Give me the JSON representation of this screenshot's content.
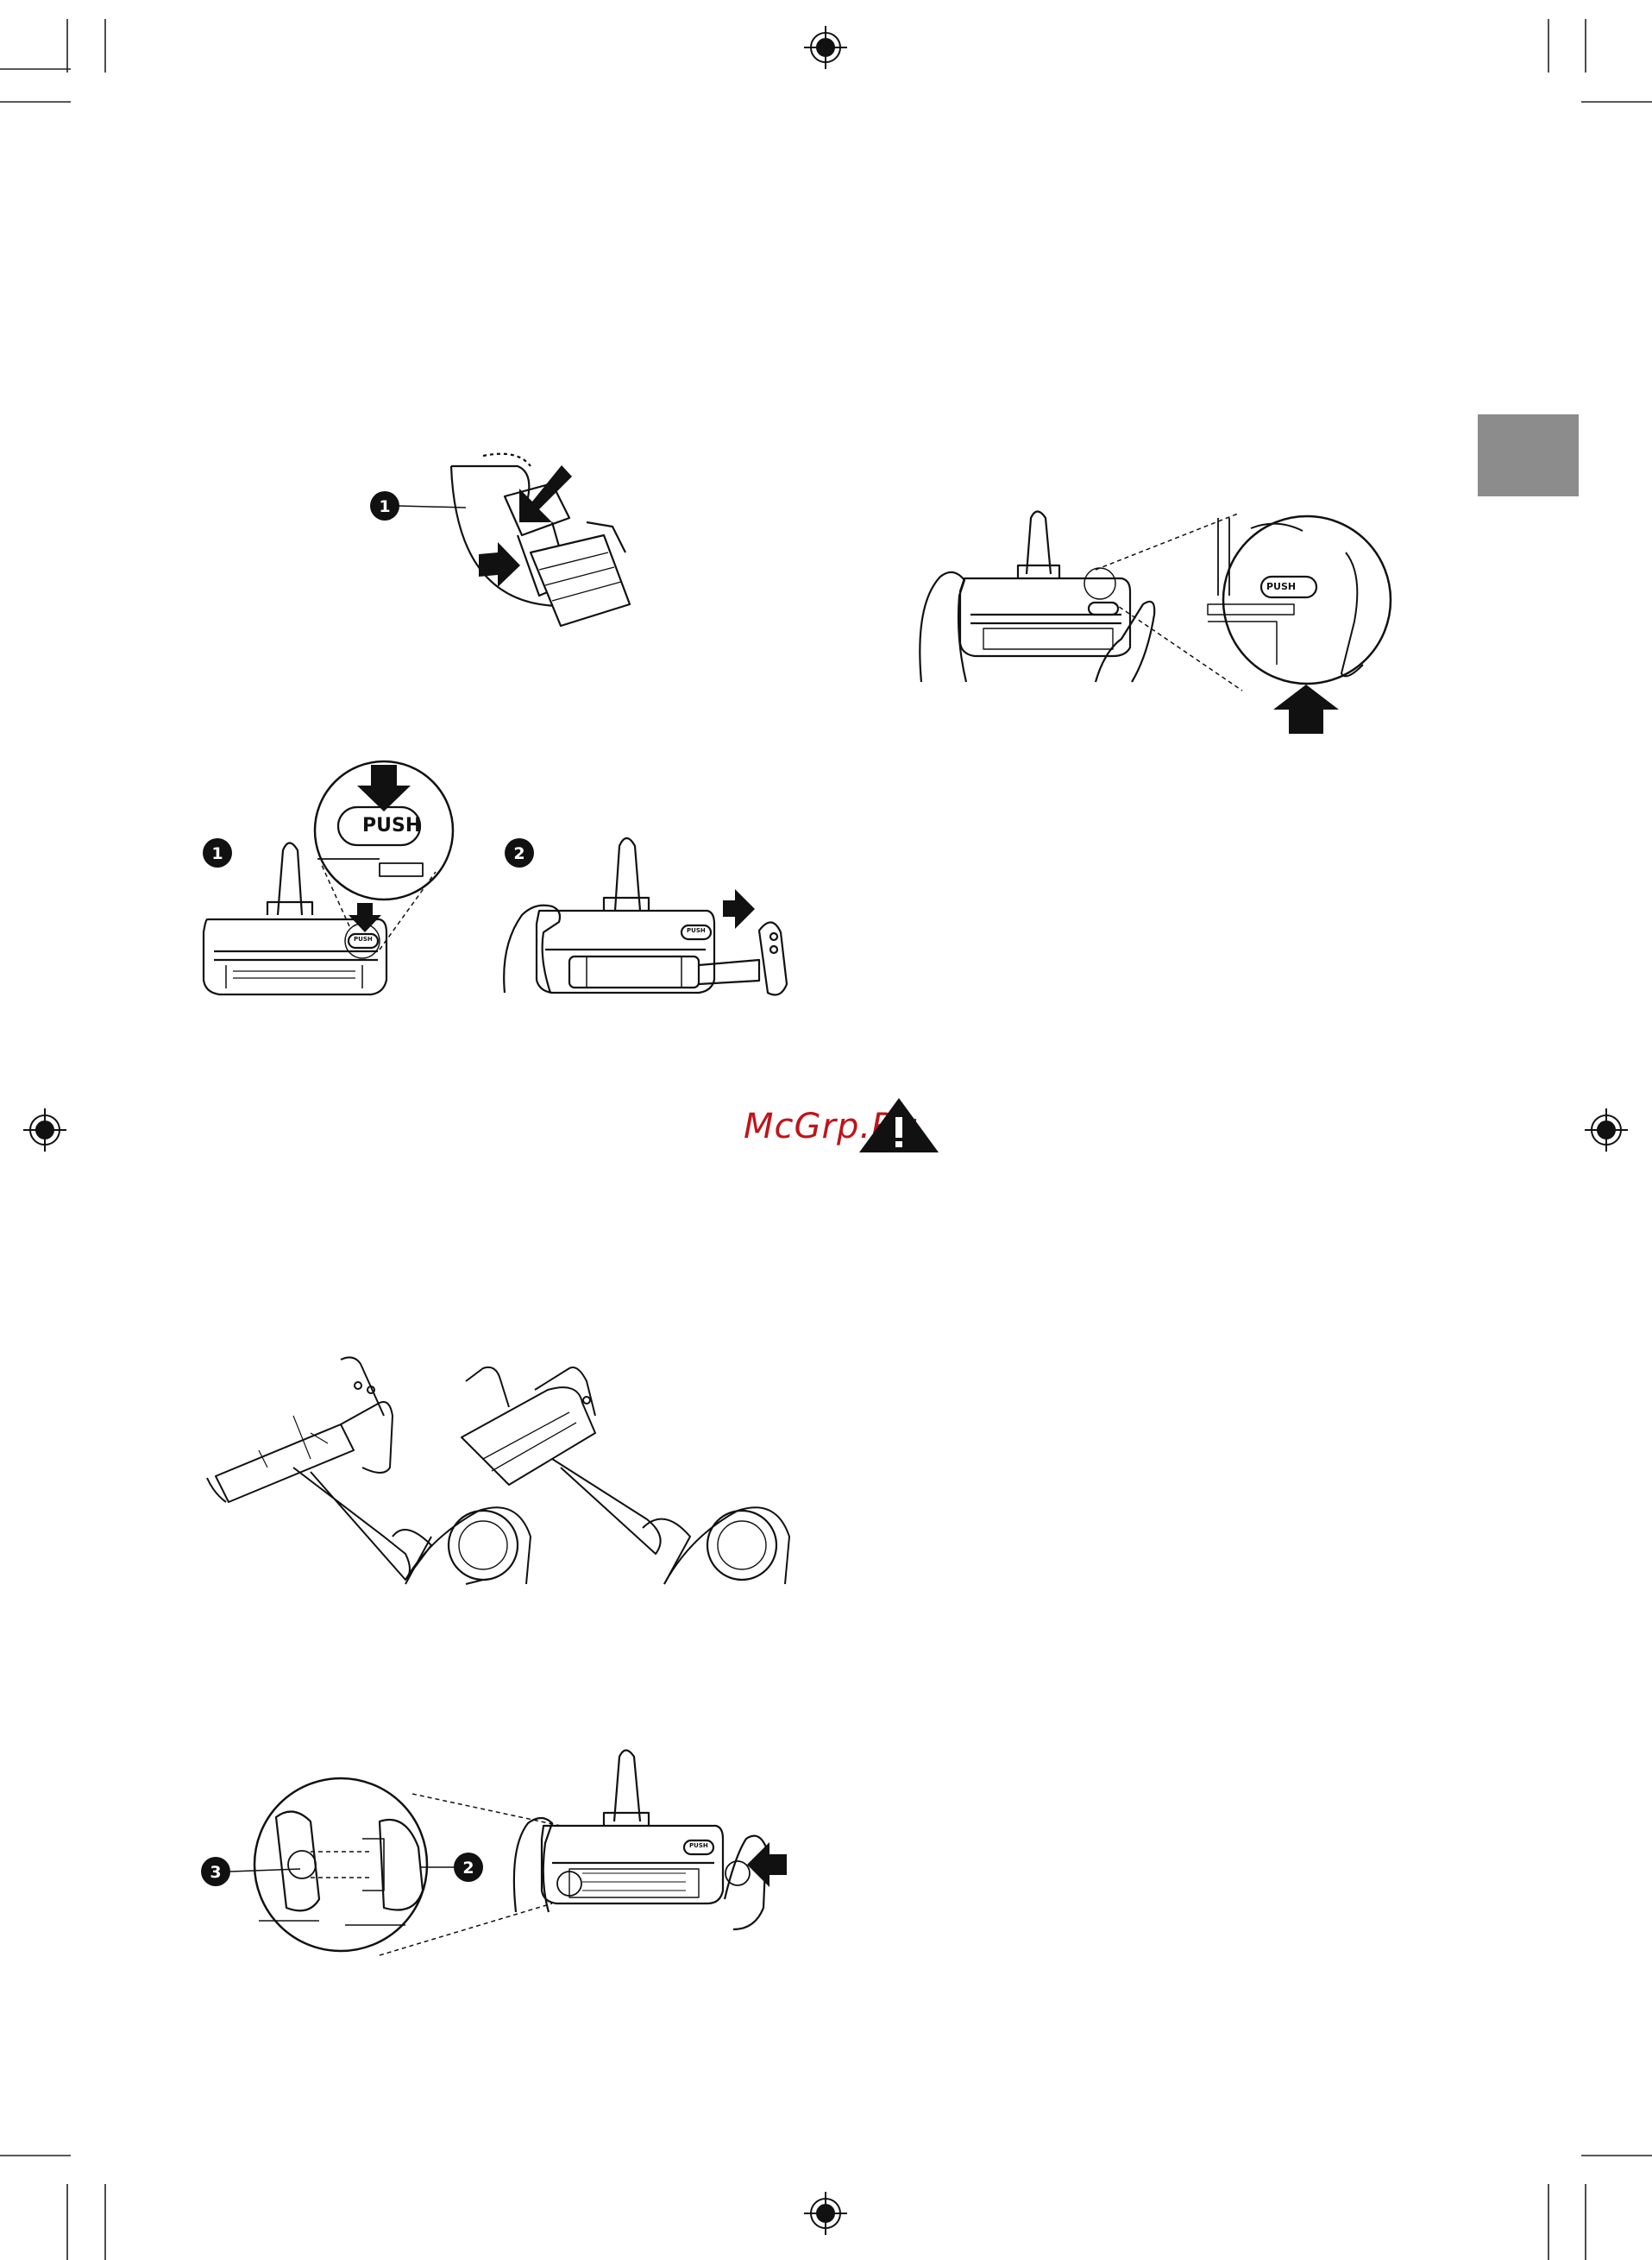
{
  "figures": {
    "fig1": {
      "callout": "1"
    },
    "fig2": {
      "step1": {
        "callout": "1",
        "zoom_label": "PUSH",
        "button_label": "PUSH"
      },
      "step2": {
        "callout": "2",
        "button_label": "PUSH"
      }
    },
    "fig3": {
      "zoom_label": "PUSH"
    },
    "fig5": {
      "callout_left": "3",
      "callout_right": "2",
      "button_label": "PUSH"
    }
  },
  "watermark": {
    "text": "McGrp.Ru"
  },
  "colors": {
    "tab_gray": "#8c8c8c",
    "ink": "#111111",
    "watermark_red": "#c0141b"
  }
}
